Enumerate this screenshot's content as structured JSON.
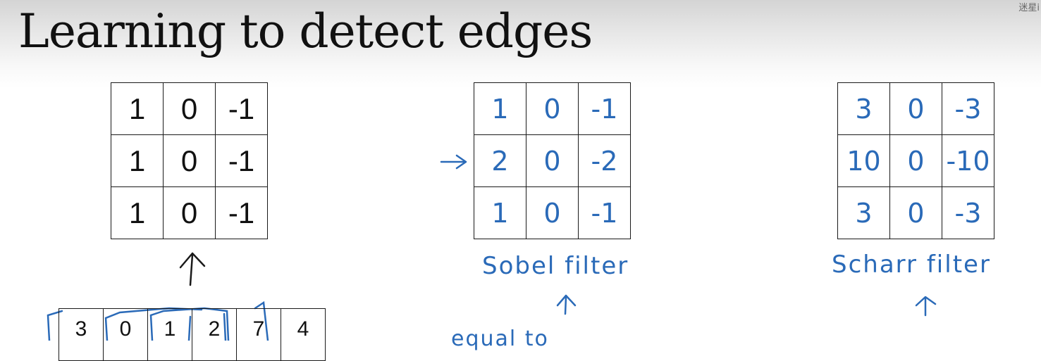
{
  "slide": {
    "title": "Learning to detect edges",
    "corner_mark": "迷星i"
  },
  "filters": {
    "vertical": {
      "rows": [
        [
          "1",
          "0",
          "-1"
        ],
        [
          "1",
          "0",
          "-1"
        ],
        [
          "1",
          "0",
          "-1"
        ]
      ]
    },
    "sobel": {
      "rows": [
        [
          "1",
          "0",
          "-1"
        ],
        [
          "2",
          "0",
          "-2"
        ],
        [
          "1",
          "0",
          "-1"
        ]
      ],
      "label": "Sobel filter"
    },
    "scharr": {
      "rows": [
        [
          "3",
          "0",
          "-3"
        ],
        [
          "10",
          "0",
          "-10"
        ],
        [
          "3",
          "0",
          "-3"
        ]
      ],
      "label": "Scharr filter"
    }
  },
  "image_strip": [
    "3",
    "0",
    "1",
    "2",
    "7",
    "4"
  ],
  "annotations": {
    "partial_caption": "equal to",
    "ink_color": "#2a6ab8"
  }
}
